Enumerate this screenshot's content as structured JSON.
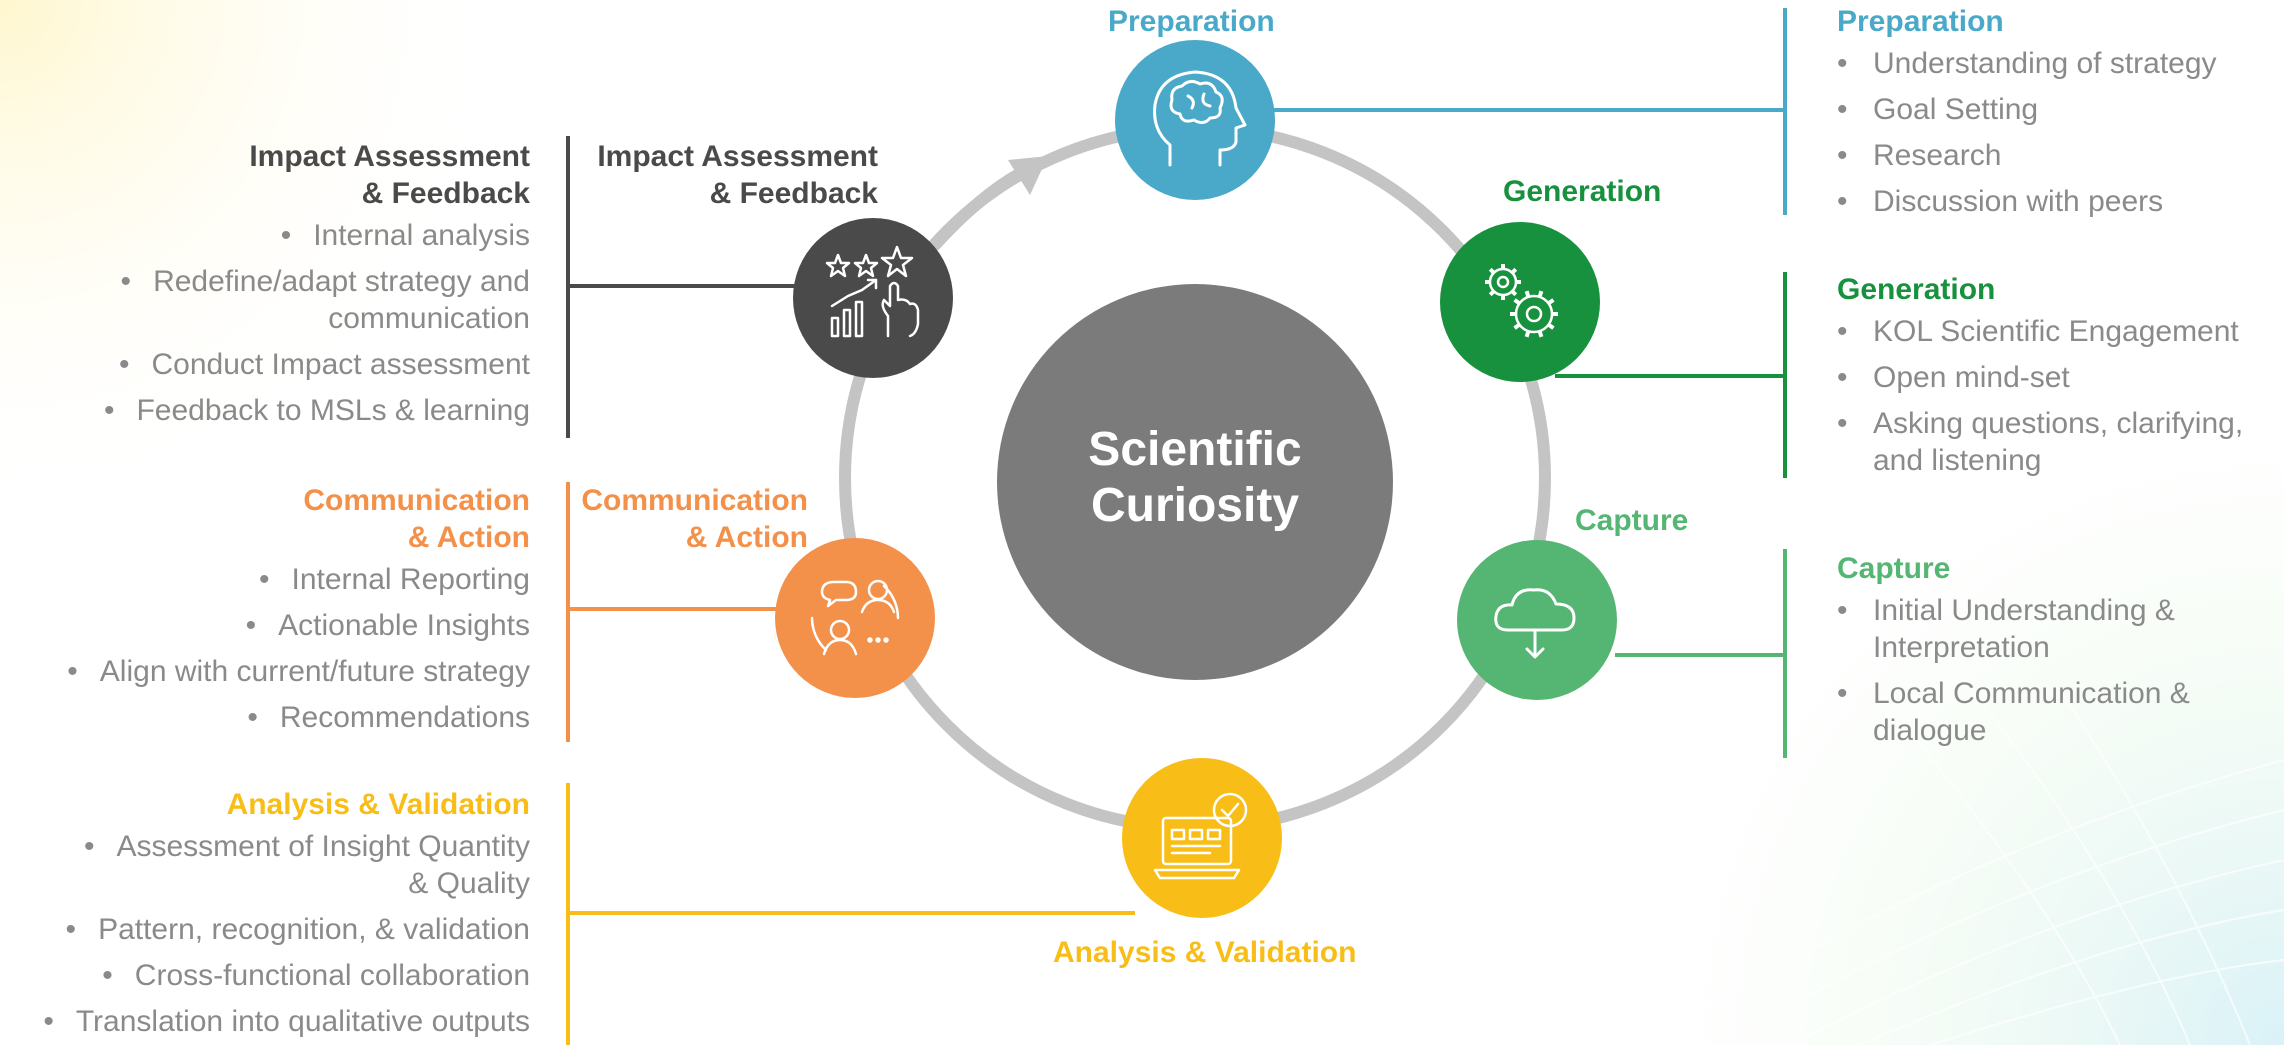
{
  "colors": {
    "preparation": "#4aa9c8",
    "generation": "#17913e",
    "capture": "#55b573",
    "analysis": "#f8bd16",
    "communication": "#f3914a",
    "impact": "#4a4a4a",
    "center": "#7b7b7b",
    "ring": "#c4c4c4"
  },
  "center": {
    "line1": "Scientific",
    "line2": "Curiosity"
  },
  "stages": {
    "preparation": {
      "label": "Preparation",
      "icon": "head-brain-icon"
    },
    "generation": {
      "label": "Generation",
      "icon": "gears-icon"
    },
    "capture": {
      "label": "Capture",
      "icon": "cloud-download-icon"
    },
    "analysis": {
      "label": "Analysis & Validation",
      "icon": "laptop-check-icon"
    },
    "communication": {
      "label_l1": "Communication",
      "label_l2": "& Action",
      "icon": "people-exchange-icon"
    },
    "impact": {
      "label_l1": "Impact Assessment",
      "label_l2": "& Feedback",
      "icon": "stars-growth-icon"
    }
  },
  "panels": {
    "impact": {
      "title_l1": "Impact Assessment",
      "title_l2": "& Feedback",
      "items": [
        "Internal analysis",
        "Redefine/adapt strategy and",
        "communication",
        "Conduct Impact assessment",
        "Feedback to MSLs & learning"
      ]
    },
    "communication": {
      "title_l1": "Communication",
      "title_l2": "& Action",
      "items": [
        "Internal Reporting",
        "Actionable Insights",
        "Align with current/future strategy",
        "Recommendations"
      ]
    },
    "analysis": {
      "title": "Analysis & Validation",
      "items": [
        "Assessment of Insight Quantity",
        "& Quality",
        "Pattern, recognition, & validation",
        "Cross-functional collaboration",
        "Translation into qualitative outputs"
      ]
    },
    "preparation": {
      "title": "Preparation",
      "items": [
        "Understanding of strategy",
        "Goal Setting",
        "Research",
        "Discussion with peers"
      ]
    },
    "generation": {
      "title": "Generation",
      "items": [
        "KOL Scientific Engagement",
        "Open mind-set",
        "Asking questions, clarifying,",
        "and listening"
      ]
    },
    "capture": {
      "title": "Capture",
      "items": [
        "Initial Understanding &",
        "Interpretation",
        "Local Communication &",
        "dialogue"
      ]
    }
  }
}
